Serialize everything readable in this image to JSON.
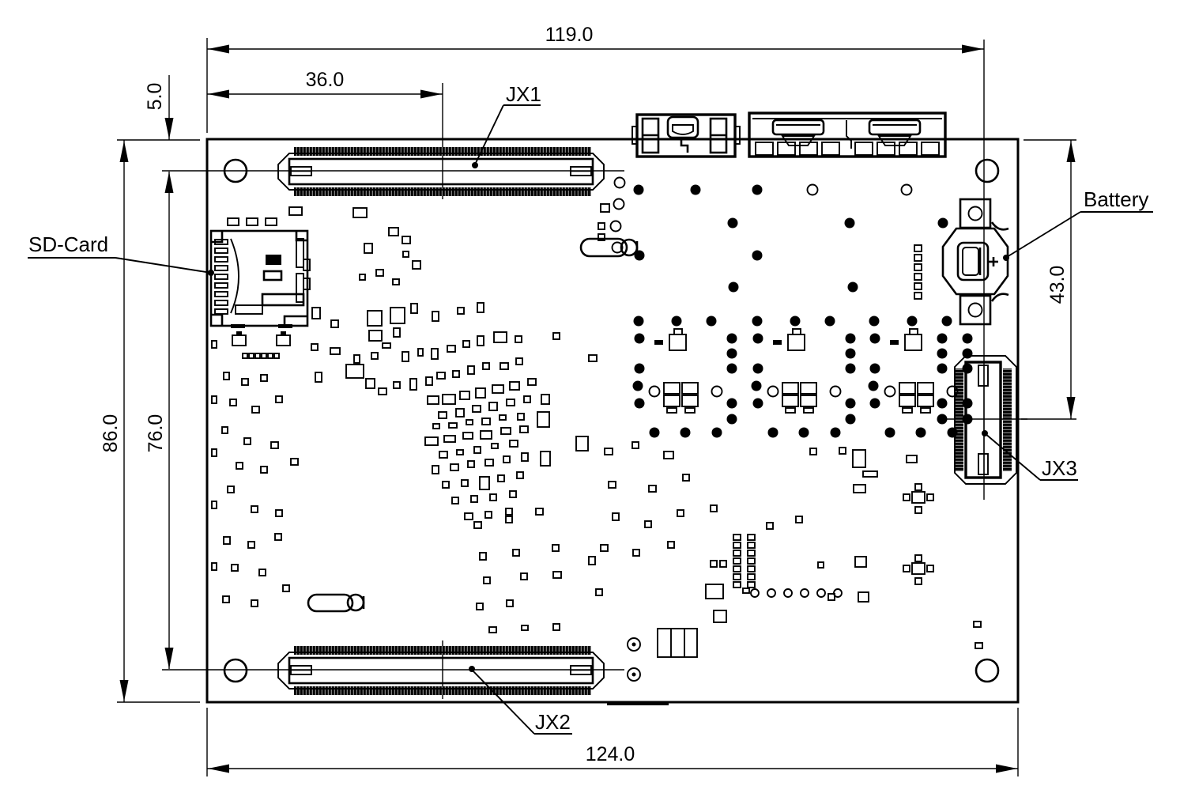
{
  "drawing": {
    "title": "Board mechanical dimension drawing",
    "units": "mm",
    "ink": "#000000",
    "paper": "#ffffff"
  },
  "labels": {
    "jx1": "JX1",
    "jx2": "JX2",
    "jx3": "JX3",
    "sd_card": "SD-Card",
    "battery": "Battery"
  },
  "dimensions": {
    "board_width": "124.0",
    "board_height": "86.0",
    "left_edge_to_right_holes": "119.0",
    "left_edge_to_jx_center": "36.0",
    "top_edge_to_jx1": "5.0",
    "jx1_to_jx2": "76.0",
    "top_edge_to_jx3": "43.0"
  },
  "scatter": {
    "dot_r": 6.5,
    "ring_r": 6.5,
    "small_ring_r": 5,
    "rects": [
      [
        366,
        262,
        16,
        10
      ],
      [
        760,
        258,
        11,
        10
      ],
      [
        447,
        263,
        17,
        12
      ],
      [
        492,
        288,
        12,
        10
      ],
      [
        509,
        299,
        10,
        9
      ],
      [
        461,
        308,
        10,
        12
      ],
      [
        522,
        330,
        10,
        10
      ],
      [
        510,
        318,
        7,
        7
      ],
      [
        476,
        341,
        9,
        8
      ],
      [
        497,
        353,
        8,
        7
      ],
      [
        455,
        347,
        7,
        7
      ],
      [
        757,
        282,
        8,
        8
      ],
      [
        757,
        296,
        8,
        8
      ],
      [
        395,
        389,
        10,
        14
      ],
      [
        419,
        405,
        9,
        9
      ],
      [
        394,
        435,
        8,
        8
      ],
      [
        418,
        440,
        12,
        8
      ],
      [
        438,
        461,
        22,
        17
      ],
      [
        399,
        471,
        8,
        12
      ],
      [
        283,
        471,
        7,
        9
      ],
      [
        306,
        479,
        8,
        8
      ],
      [
        330,
        474,
        8,
        8
      ],
      [
        291,
        505,
        8,
        8
      ],
      [
        319,
        514,
        9,
        8
      ],
      [
        349,
        501,
        8,
        8
      ],
      [
        281,
        540,
        7,
        8
      ],
      [
        309,
        554,
        8,
        8
      ],
      [
        343,
        559,
        9,
        8
      ],
      [
        299,
        585,
        8,
        8
      ],
      [
        330,
        590,
        8,
        8
      ],
      [
        368,
        580,
        9,
        8
      ],
      [
        288,
        615,
        8,
        8
      ],
      [
        318,
        640,
        8,
        8
      ],
      [
        349,
        645,
        8,
        8
      ],
      [
        283,
        679,
        8,
        9
      ],
      [
        314,
        685,
        8,
        8
      ],
      [
        348,
        675,
        8,
        8
      ],
      [
        293,
        714,
        8,
        8
      ],
      [
        328,
        720,
        8,
        8
      ],
      [
        282,
        754,
        8,
        8
      ],
      [
        318,
        759,
        8,
        8
      ],
      [
        358,
        740,
        8,
        8
      ],
      [
        268,
        431,
        6,
        9
      ],
      [
        268,
        501,
        6,
        9
      ],
      [
        268,
        568,
        6,
        9
      ],
      [
        268,
        634,
        6,
        9
      ],
      [
        268,
        712,
        6,
        9
      ],
      [
        465,
        393,
        18,
        19
      ],
      [
        494,
        389,
        18,
        20
      ],
      [
        520,
        384,
        8,
        12
      ],
      [
        467,
        418,
        16,
        13
      ],
      [
        498,
        415,
        8,
        11
      ],
      [
        547,
        394,
        8,
        12
      ],
      [
        579,
        389,
        8,
        8
      ],
      [
        604,
        383,
        8,
        12
      ],
      [
        625,
        420,
        16,
        13
      ],
      [
        652,
        425,
        8,
        8
      ],
      [
        604,
        425,
        8,
        12
      ],
      [
        566,
        437,
        10,
        8
      ],
      [
        546,
        441,
        8,
        13
      ],
      [
        586,
        431,
        8,
        8
      ],
      [
        484,
        434,
        10,
        6
      ],
      [
        448,
        449,
        7,
        10
      ],
      [
        470,
        446,
        8,
        8
      ],
      [
        509,
        445,
        8,
        12
      ],
      [
        529,
        441,
        6,
        9
      ],
      [
        653,
        453,
        8,
        8
      ],
      [
        633,
        459,
        10,
        8
      ],
      [
        611,
        459,
        8,
        8
      ],
      [
        592,
        463,
        8,
        10
      ],
      [
        573,
        469,
        8,
        8
      ],
      [
        553,
        471,
        10,
        8
      ],
      [
        539,
        477,
        8,
        10
      ],
      [
        519,
        479,
        8,
        14
      ],
      [
        498,
        483,
        8,
        8
      ],
      [
        479,
        491,
        10,
        8
      ],
      [
        463,
        479,
        11,
        12
      ],
      [
        541,
        501,
        14,
        10
      ],
      [
        560,
        499,
        16,
        12
      ],
      [
        582,
        495,
        12,
        10
      ],
      [
        602,
        491,
        12,
        12
      ],
      [
        623,
        487,
        14,
        10
      ],
      [
        645,
        483,
        12,
        10
      ],
      [
        668,
        479,
        10,
        8
      ],
      [
        680,
        521,
        15,
        19
      ],
      [
        685,
        499,
        10,
        12
      ],
      [
        663,
        501,
        8,
        8
      ],
      [
        641,
        505,
        10,
        8
      ],
      [
        619,
        509,
        10,
        10
      ],
      [
        598,
        513,
        10,
        8
      ],
      [
        577,
        517,
        10,
        10
      ],
      [
        555,
        521,
        10,
        8
      ],
      [
        548,
        536,
        8,
        6
      ],
      [
        568,
        535,
        10,
        6
      ],
      [
        590,
        531,
        8,
        6
      ],
      [
        610,
        529,
        10,
        8
      ],
      [
        632,
        525,
        8,
        6
      ],
      [
        655,
        523,
        8,
        8
      ],
      [
        538,
        553,
        16,
        10
      ],
      [
        562,
        551,
        14,
        8
      ],
      [
        586,
        547,
        12,
        8
      ],
      [
        608,
        545,
        14,
        10
      ],
      [
        634,
        541,
        12,
        8
      ],
      [
        658,
        539,
        10,
        8
      ],
      [
        729,
        552,
        15,
        18
      ],
      [
        700,
        421,
        8,
        8
      ],
      [
        745,
        449,
        10,
        8
      ],
      [
        556,
        571,
        10,
        8
      ],
      [
        578,
        569,
        8,
        6
      ],
      [
        600,
        565,
        8,
        8
      ],
      [
        622,
        561,
        8,
        6
      ],
      [
        645,
        557,
        10,
        8
      ],
      [
        547,
        589,
        8,
        10
      ],
      [
        570,
        587,
        10,
        8
      ],
      [
        592,
        583,
        8,
        8
      ],
      [
        614,
        581,
        10,
        8
      ],
      [
        637,
        577,
        8,
        8
      ],
      [
        660,
        573,
        8,
        10
      ],
      [
        684,
        571,
        12,
        18
      ],
      [
        560,
        609,
        8,
        8
      ],
      [
        584,
        607,
        8,
        8
      ],
      [
        607,
        603,
        12,
        16
      ],
      [
        630,
        601,
        8,
        8
      ],
      [
        654,
        597,
        8,
        8
      ],
      [
        572,
        629,
        8,
        8
      ],
      [
        596,
        627,
        8,
        8
      ],
      [
        620,
        625,
        8,
        8
      ],
      [
        645,
        621,
        8,
        8
      ],
      [
        588,
        649,
        10,
        8
      ],
      [
        614,
        647,
        8,
        8
      ],
      [
        640,
        643,
        8,
        8
      ],
      [
        600,
        660,
        9,
        8
      ],
      [
        640,
        653,
        8,
        8
      ],
      [
        678,
        643,
        9,
        8
      ],
      [
        607,
        699,
        8,
        9
      ],
      [
        649,
        695,
        8,
        8
      ],
      [
        699,
        689,
        8,
        8
      ],
      [
        612,
        730,
        8,
        8
      ],
      [
        659,
        725,
        8,
        8
      ],
      [
        700,
        723,
        10,
        8
      ],
      [
        603,
        763,
        8,
        8
      ],
      [
        641,
        759,
        8,
        8
      ],
      [
        745,
        704,
        8,
        10
      ],
      [
        754,
        745,
        8,
        8
      ],
      [
        619,
        793,
        9,
        7
      ],
      [
        700,
        789,
        8,
        8
      ],
      [
        660,
        791,
        8,
        6
      ],
      [
        765,
        567,
        10,
        8
      ],
      [
        840,
        571,
        12,
        9
      ],
      [
        800,
        559,
        8,
        8
      ],
      [
        770,
        609,
        9,
        8
      ],
      [
        821,
        614,
        9,
        8
      ],
      [
        864,
        600,
        8,
        8
      ],
      [
        899,
        639,
        8,
        8
      ],
      [
        775,
        649,
        8,
        9
      ],
      [
        816,
        659,
        8,
        8
      ],
      [
        857,
        645,
        8,
        8
      ],
      [
        760,
        689,
        9,
        8
      ],
      [
        801,
        695,
        8,
        8
      ],
      [
        845,
        685,
        8,
        8
      ],
      [
        893,
        739,
        22,
        18
      ],
      [
        903,
        772,
        16,
        15
      ],
      [
        970,
        661,
        8,
        8
      ],
      [
        1007,
        653,
        8,
        8
      ],
      [
        1035,
        711,
        7,
        7
      ],
      [
        1048,
        751,
        8,
        8
      ],
      [
        899,
        709,
        8,
        8
      ],
      [
        911,
        709,
        8,
        8
      ],
      [
        940,
        744,
        8,
        6
      ],
      [
        1062,
        566,
        8,
        8
      ],
      [
        1025,
        567,
        8,
        8
      ],
      [
        928,
        676,
        9,
        7
      ],
      [
        928,
        686,
        9,
        7
      ],
      [
        928,
        696,
        9,
        7
      ],
      [
        928,
        706,
        9,
        7
      ],
      [
        928,
        716,
        9,
        7
      ],
      [
        928,
        726,
        9,
        7
      ],
      [
        928,
        736,
        9,
        7
      ],
      [
        946,
        676,
        9,
        7
      ],
      [
        946,
        686,
        9,
        7
      ],
      [
        946,
        696,
        9,
        7
      ],
      [
        946,
        706,
        9,
        7
      ],
      [
        946,
        716,
        9,
        7
      ],
      [
        946,
        726,
        9,
        7
      ],
      [
        946,
        736,
        9,
        7
      ],
      [
        1079,
        569,
        16,
        22
      ],
      [
        1080,
        613,
        15,
        10
      ],
      [
        1082,
        704,
        14,
        13
      ],
      [
        1086,
        749,
        13,
        12
      ],
      [
        1147,
        576,
        13,
        9
      ],
      [
        1092,
        596,
        18,
        7
      ],
      [
        1154,
        622,
        16,
        14
      ],
      [
        1143,
        625,
        8,
        8
      ],
      [
        1173,
        625,
        8,
        8
      ],
      [
        1158,
        612,
        8,
        8
      ],
      [
        1158,
        641,
        8,
        8
      ],
      [
        1154,
        712,
        16,
        14
      ],
      [
        1143,
        715,
        8,
        8
      ],
      [
        1173,
        715,
        8,
        8
      ],
      [
        1158,
        702,
        8,
        8
      ],
      [
        1158,
        731,
        8,
        8
      ],
      [
        1232,
        786,
        9,
        7
      ],
      [
        1234,
        813,
        9,
        7
      ],
      [
        288,
        276,
        14,
        9
      ],
      [
        312,
        276,
        14,
        9
      ],
      [
        336,
        276,
        14,
        9
      ],
      [
        294,
        424,
        17,
        13
      ],
      [
        350,
        424,
        17,
        13
      ],
      [
        307,
        447,
        6,
        6
      ],
      [
        315,
        447,
        6,
        6
      ],
      [
        323,
        447,
        6,
        6
      ],
      [
        331,
        447,
        6,
        6
      ],
      [
        339,
        447,
        6,
        6
      ],
      [
        347,
        447,
        6,
        6
      ]
    ],
    "filled_rects": [
      [
        336,
        322,
        20,
        13
      ],
      [
        768,
        887,
        78,
        5
      ],
      [
        299,
        419,
        7,
        6
      ],
      [
        355,
        419,
        7,
        6
      ],
      [
        292,
        410,
        18,
        5
      ],
      [
        352,
        410,
        18,
        5
      ]
    ],
    "dots": [
      [
        808,
        240
      ],
      [
        880,
        240
      ],
      [
        958,
        240
      ],
      [
        927,
        282
      ],
      [
        1075,
        282
      ],
      [
        1193,
        282
      ],
      [
        809,
        323
      ],
      [
        958,
        323
      ],
      [
        928,
        363
      ],
      [
        1079,
        363
      ],
      [
        1192,
        428
      ],
      [
        1192,
        447
      ],
      [
        1192,
        466
      ],
      [
        1192,
        510
      ],
      [
        1192,
        530
      ]
    ],
    "rings": [
      [
        1028,
        240
      ],
      [
        1147,
        240
      ],
      [
        784,
        231
      ],
      [
        783,
        258
      ],
      [
        779,
        286
      ],
      [
        781,
        313
      ]
    ],
    "small_rings": [
      [
        955,
        750
      ],
      [
        976,
        750
      ],
      [
        997,
        750
      ],
      [
        1018,
        750
      ],
      [
        1039,
        750
      ],
      [
        1060,
        750
      ]
    ],
    "targets": [
      [
        802,
        815
      ],
      [
        802,
        853
      ]
    ],
    "battery_pads": [
      [
        1157,
        310
      ],
      [
        1157,
        322
      ],
      [
        1157,
        334
      ],
      [
        1157,
        346
      ],
      [
        1157,
        358
      ],
      [
        1157,
        370
      ]
    ]
  },
  "circuit_blocks": {
    "origins_x": [
      800,
      950,
      1098
    ],
    "dots": [
      [
        8,
        406
      ],
      [
        56,
        406
      ],
      [
        100,
        406
      ],
      [
        9,
        428
      ],
      [
        9,
        466
      ],
      [
        7,
        488
      ],
      [
        9,
        510
      ],
      [
        126,
        428
      ],
      [
        126,
        447
      ],
      [
        126,
        466
      ],
      [
        126,
        510
      ],
      [
        126,
        530
      ],
      [
        28,
        547
      ],
      [
        67,
        547
      ],
      [
        107,
        547
      ]
    ],
    "rings": [
      [
        28,
        495
      ],
      [
        107,
        495
      ]
    ],
    "filled_rects": [
      [
        28,
        430,
        11,
        6
      ]
    ],
    "outline_rects": [
      [
        47,
        423,
        21,
        20
      ],
      [
        53,
        416,
        10,
        7
      ],
      [
        40,
        484,
        20,
        14
      ],
      [
        63,
        484,
        20,
        14
      ],
      [
        40,
        500,
        20,
        14
      ],
      [
        63,
        500,
        20,
        14
      ],
      [
        44,
        516,
        12,
        6
      ],
      [
        67,
        516,
        12,
        6
      ]
    ]
  }
}
